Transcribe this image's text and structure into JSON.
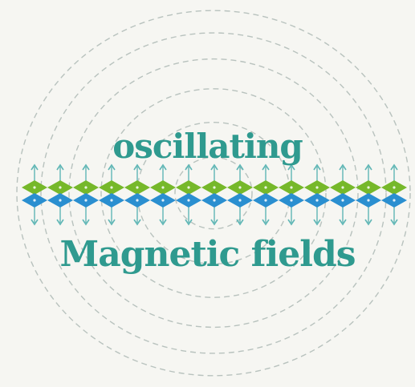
{
  "labels": {
    "line1": "oscillating",
    "line2": "Magnetic fields"
  },
  "colors": {
    "background": "#f6f6f2",
    "text": "#2f9a8f",
    "field_line": "#a9b5b0",
    "arrow": "#5fb6b5",
    "green_magnet": "#76b82a",
    "blue_magnet": "#2a8fd0",
    "pole_letter": "#ffffff"
  },
  "magnets": {
    "count": 15,
    "top_row_color": "green",
    "bottom_row_color": "blue"
  },
  "field_rings": {
    "count": 6
  }
}
